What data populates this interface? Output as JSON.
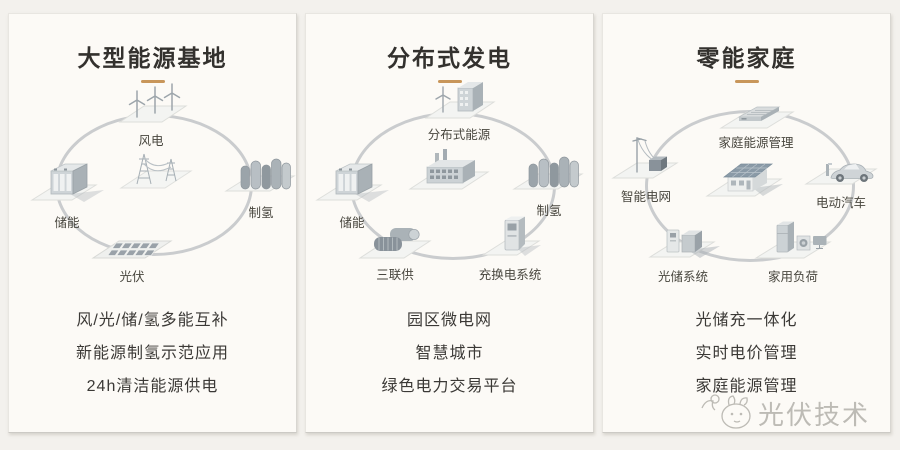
{
  "watermark": {
    "brand": "光伏技术",
    "logo_icon": "sketch-mascot-icon"
  },
  "colors": {
    "accent_underline": "#c8965a",
    "ring": "#bdc1c4",
    "title_text": "#33312e",
    "feature_text": "#3b3936",
    "label_text": "#49473f",
    "card_bg": "#fcfaf6"
  },
  "panels": [
    {
      "title": "大型能源基地",
      "nodes": [
        {
          "label": "风电",
          "icon": "wind-farm-icon"
        },
        {
          "label": "储能",
          "icon": "battery-storage-icon"
        },
        {
          "label": "",
          "icon": "transmission-towers-icon"
        },
        {
          "label": "制氢",
          "icon": "hydrogen-tanks-icon"
        },
        {
          "label": "光伏",
          "icon": "solar-array-icon"
        }
      ],
      "features": [
        "风/光/储/氢多能互补",
        "新能源制氢示范应用",
        "24h清洁能源供电"
      ]
    },
    {
      "title": "分布式发电",
      "nodes": [
        {
          "label": "分布式能源",
          "icon": "distributed-energy-icon"
        },
        {
          "label": "储能",
          "icon": "battery-storage-icon"
        },
        {
          "label": "",
          "icon": "factory-icon"
        },
        {
          "label": "制氢",
          "icon": "hydrogen-tanks-icon"
        },
        {
          "label": "三联供",
          "icon": "tri-generation-icon"
        },
        {
          "label": "充换电系统",
          "icon": "charging-system-icon"
        }
      ],
      "features": [
        "园区微电网",
        "智慧城市",
        "绿色电力交易平台"
      ]
    },
    {
      "title": "零能家庭",
      "nodes": [
        {
          "label": "家庭能源管理",
          "icon": "home-energy-gateway-icon"
        },
        {
          "label": "智能电网",
          "icon": "smart-grid-icon"
        },
        {
          "label": "",
          "icon": "solar-house-icon"
        },
        {
          "label": "电动汽车",
          "icon": "electric-vehicle-icon"
        },
        {
          "label": "光储系统",
          "icon": "pv-storage-icon"
        },
        {
          "label": "家用负荷",
          "icon": "household-load-icon"
        }
      ],
      "features": [
        "光储充一体化",
        "实时电价管理",
        "家庭能源管理"
      ]
    }
  ]
}
